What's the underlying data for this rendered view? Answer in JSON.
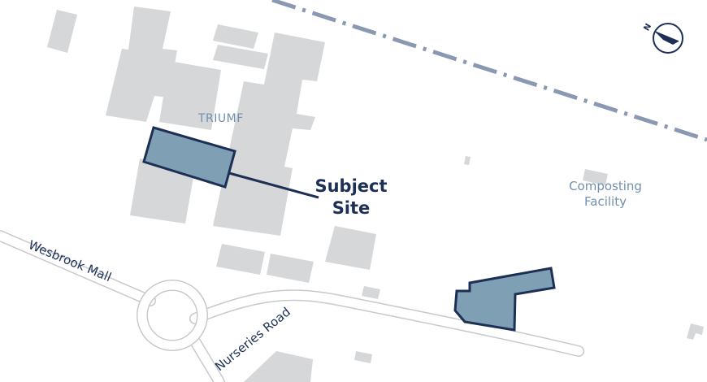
{
  "labels": {
    "triumf": "TRIUMF",
    "subject_site_line1": "Subject",
    "subject_site_line2": "Site",
    "composting_line1": "Composting",
    "composting_line2": "Facility",
    "wesbrook_mall": "Wesbrook Mall",
    "nurseries_road": "Nurseries Road"
  },
  "north_arrow": {
    "letter": "N",
    "icon": "north-arrow-icon"
  },
  "colors": {
    "building": "#d6d7d9",
    "road_outline": "#c8c9cc",
    "site_fill": "#7f9fb5",
    "site_stroke": "#1d2f55",
    "label_navy": "#1d2f55",
    "label_blue": "#7090ad",
    "rail_dash": "#8a98b2"
  }
}
